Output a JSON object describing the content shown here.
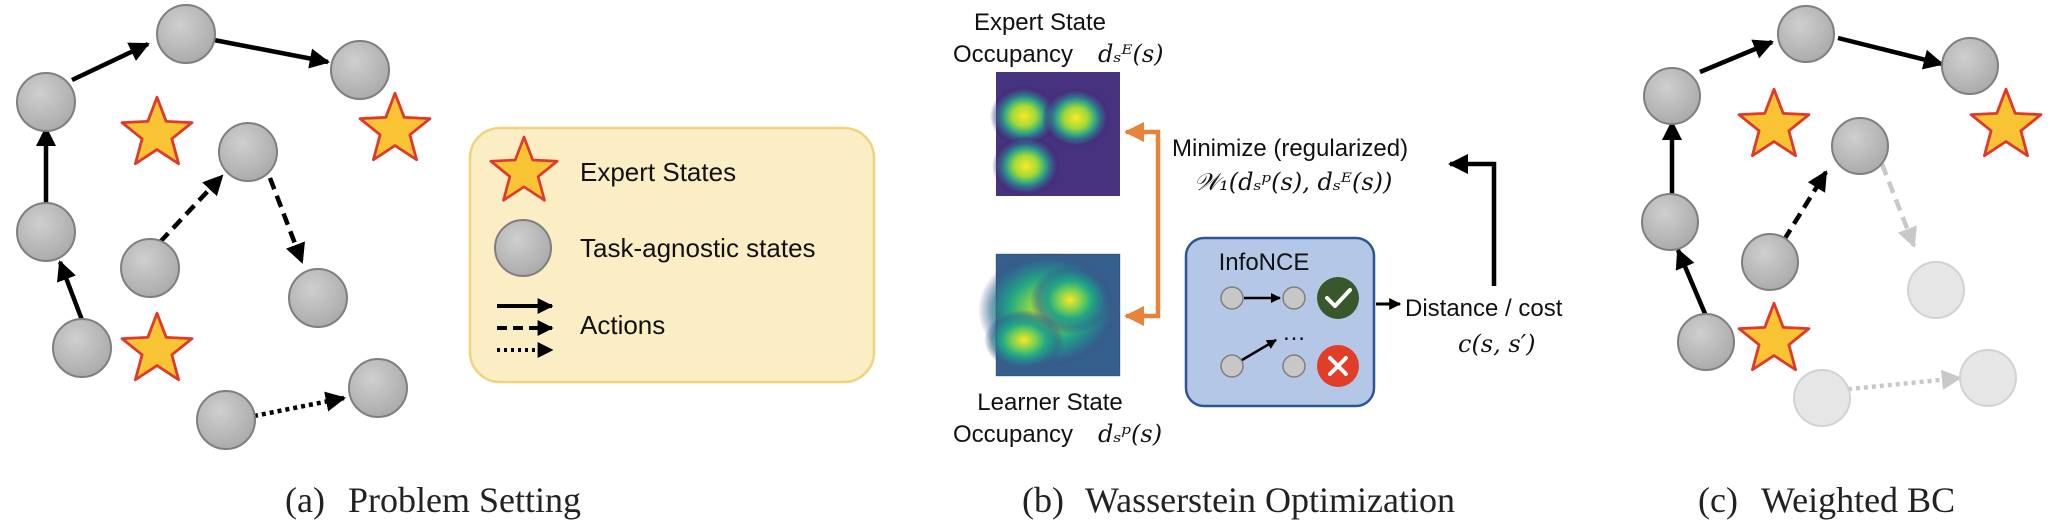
{
  "panels": {
    "a": {
      "caption_label": "(a)",
      "caption": "Problem Setting",
      "legend": {
        "expert_states": "Expert States",
        "task_agnostic_states": "Task-agnostic states",
        "actions": "Actions"
      }
    },
    "b": {
      "caption_label": "(b)",
      "caption": "Wasserstein Optimization",
      "expert_occupancy_line1": "Expert State",
      "expert_occupancy_line2": "Occupancy",
      "expert_occupancy_math": "dₛᴱ(s)",
      "learner_occupancy_line1": "Learner State",
      "learner_occupancy_line2": "Occupancy",
      "learner_occupancy_math": "dₛᵖ(s)",
      "objective_line1": "Minimize (regularized)",
      "objective_line2": "𝒲₁(dₛᵖ(s), dₛᴱ(s))",
      "infonce_title": "InfoNCE",
      "ellipsis": "…",
      "distance_label": "Distance / cost",
      "cost_math": "c(s, s′)"
    },
    "c": {
      "caption_label": "(c)",
      "caption": "Weighted BC"
    }
  },
  "colors": {
    "state_fill": "#bdbdbd",
    "state_stroke": "#7f7f7f",
    "star_fill": "#f8c433",
    "star_stroke": "#e0392b",
    "legend_bg": "#fbeec4",
    "legend_stroke": "#f2d27a",
    "infonce_bg": "#b4c7e7",
    "infonce_stroke": "#2f5597",
    "orange_arrow": "#e8833a",
    "check_green": "#38572b",
    "cross_red": "#e23d28"
  },
  "icons": [
    "star-icon",
    "check-icon",
    "cross-icon",
    "heatmap-expert",
    "heatmap-learner"
  ]
}
